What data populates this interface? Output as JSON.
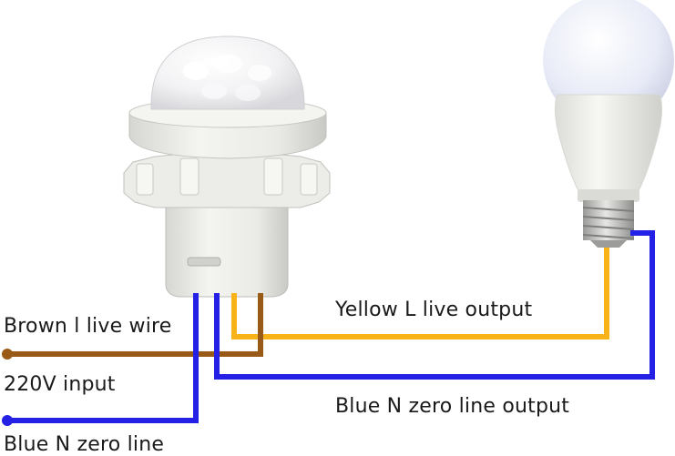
{
  "labels": {
    "brown_live_wire": "Brown l live wire",
    "input_voltage": "220V input",
    "blue_zero_line": "Blue N zero line",
    "yellow_live_output": "Yellow L live output",
    "blue_zero_output": "Blue N zero line output"
  },
  "colors": {
    "brown_wire": "#9a5a17",
    "yellow_wire": "#f7b318",
    "blue_wire": "#2420e6",
    "sensor_body": "#efefec",
    "bulb_globe": "#eef1fb",
    "bulb_base": "#c8c8c8"
  },
  "components": {
    "sensor": "pir-motion-sensor",
    "lamp": "led-bulb"
  }
}
